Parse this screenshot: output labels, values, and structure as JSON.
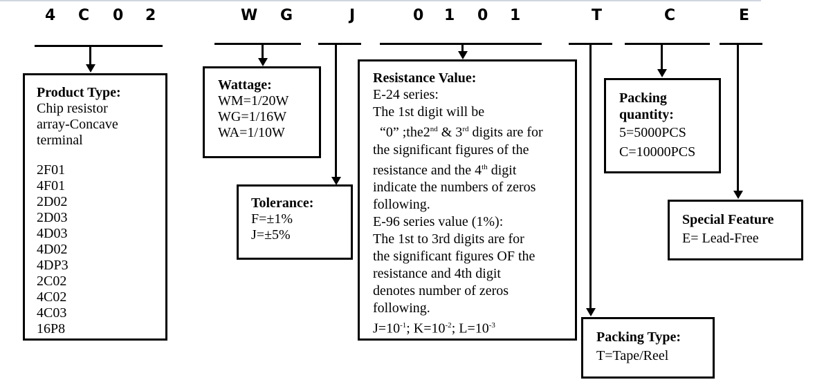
{
  "code": [
    "4",
    "C",
    "0",
    "2",
    "W",
    "G",
    "J",
    "0",
    "1",
    "0",
    "1",
    "T",
    "C",
    "E"
  ],
  "product_type": {
    "title": "Product Type:",
    "desc": [
      "Chip resistor",
      "array-Concave",
      "terminal"
    ],
    "items": [
      "2F01",
      "4F01",
      "2D02",
      "2D03",
      "4D03",
      "4D02",
      "4DP3",
      "2C02",
      "4C02",
      "4C03",
      "16P8"
    ]
  },
  "wattage": {
    "title": "Wattage:",
    "items": [
      "WM=1/20W",
      "WG=1/16W",
      "WA=1/10W"
    ]
  },
  "tolerance": {
    "title": "Tolerance:",
    "items": [
      "F=±1%",
      "J=±5%"
    ]
  },
  "resistance": {
    "title": "Resistance Value:",
    "l1": "E-24 series:",
    "l2": "The 1st digit will be",
    "l3a": "“0” ;the2",
    "l3b": "nd",
    "l3c": " & 3",
    "l3d": "rd",
    "l3e": " digits are for",
    "l4": "the significant figures of the",
    "l5a": "resistance and the 4",
    "l5b": "th",
    "l5c": " digit",
    "l6": "indicate the numbers of zeros",
    "l7": "following.",
    "l8": "E-96 series value (1%):",
    "l9": "The 1st to 3rd digits are for",
    "l10": "the significant figures OF the",
    "l11": "resistance and 4th digit",
    "l12": "denotes number of zeros",
    "l13": "following.",
    "l14a": "J=10",
    "l14b": "-1",
    "l14c": "; K=10",
    "l14d": "-2",
    "l14e": "; L=10",
    "l14f": "-3"
  },
  "packing_quantity": {
    "title1": "Packing",
    "title2": "quantity:",
    "items": [
      "5=5000PCS",
      "C=10000PCS"
    ]
  },
  "packing_type": {
    "title": "Packing Type:",
    "items": [
      "T=Tape/Reel"
    ]
  },
  "special_feature": {
    "title": "Special Feature",
    "items": [
      "E= Lead-Free"
    ]
  }
}
